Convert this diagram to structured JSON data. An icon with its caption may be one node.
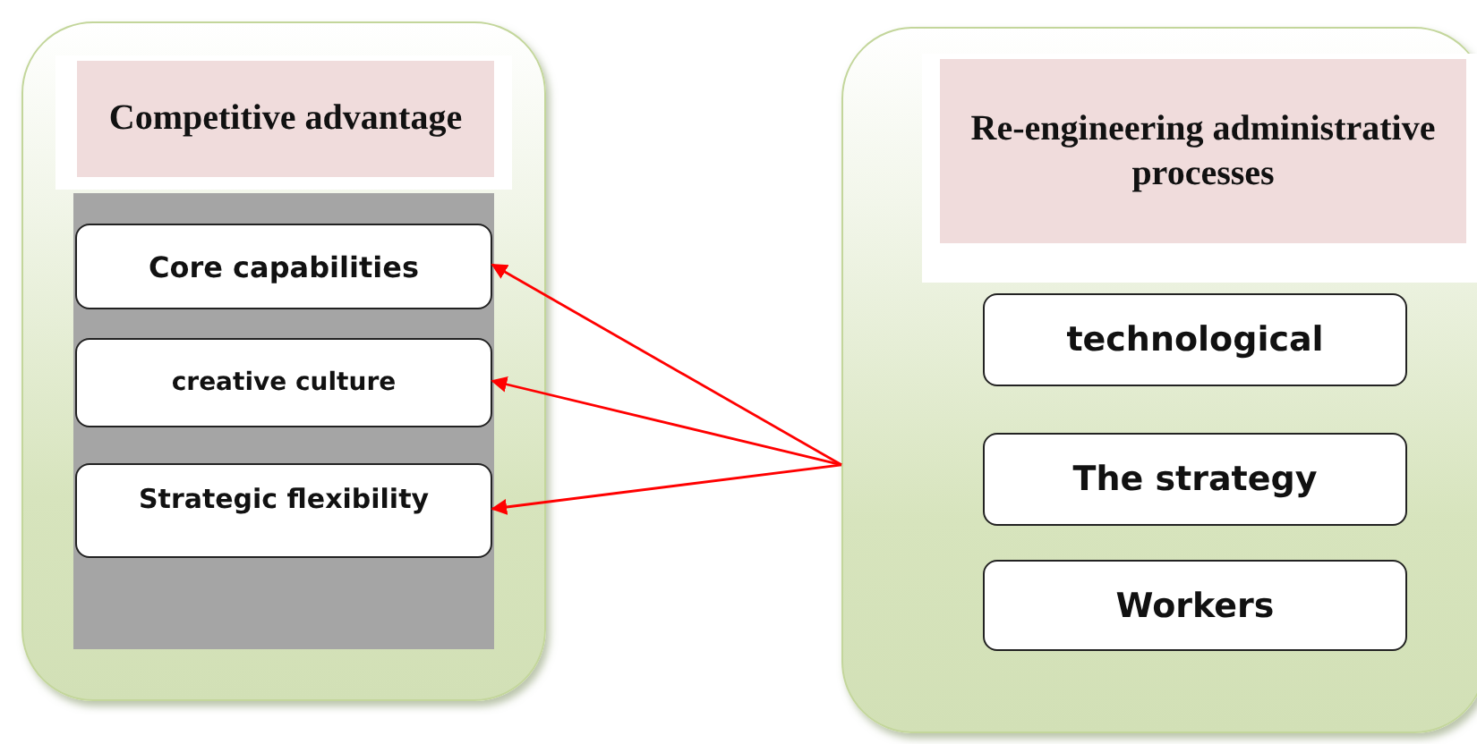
{
  "diagram": {
    "nodes": [
      {
        "text": [
          "Competitive advantage"
        ]
      },
      {
        "text": [
          "Core capabilities"
        ],
        "in": 0
      },
      {
        "text": [
          "creative culture"
        ],
        "in": 0
      },
      {
        "text": [
          "Strategic flexibility"
        ],
        "in": 0
      },
      {
        "text": [
          "Re-engineering administrative processes"
        ]
      },
      {
        "text": [
          "technological"
        ],
        "in": 4
      },
      {
        "text": [
          "The strategy"
        ],
        "in": 4
      },
      {
        "text": [
          "Workers"
        ],
        "in": 4
      }
    ],
    "edges": [
      {
        "from": 4,
        "to": 1,
        "arrow": "to"
      },
      {
        "from": 4,
        "to": 2,
        "arrow": "to"
      },
      {
        "from": 4,
        "to": 3,
        "arrow": "to"
      }
    ]
  }
}
